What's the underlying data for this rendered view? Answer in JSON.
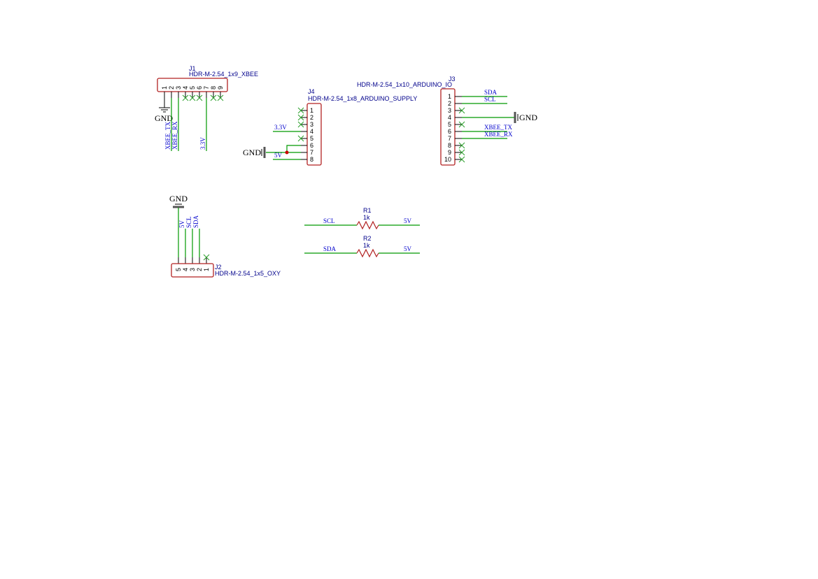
{
  "components": {
    "j1": {
      "ref": "J1",
      "value": "HDR-M-2.54_1x9_XBEE",
      "pins": [
        "1",
        "2",
        "3",
        "4",
        "5",
        "6",
        "7",
        "8",
        "9"
      ]
    },
    "j4": {
      "ref": "J4",
      "value": "HDR-M-2.54_1x8_ARDUINO_SUPPLY",
      "pins": [
        "1",
        "2",
        "3",
        "4",
        "5",
        "6",
        "7",
        "8"
      ]
    },
    "j3": {
      "ref": "J3",
      "value": "HDR-M-2.54_1x10_ARDUINO_IO",
      "pins": [
        "1",
        "2",
        "3",
        "4",
        "5",
        "6",
        "7",
        "8",
        "9",
        "10"
      ]
    },
    "j2": {
      "ref": "J2",
      "value": "HDR-M-2.54_1x5_OXY",
      "pins": [
        "5",
        "4",
        "3",
        "2",
        "1"
      ]
    },
    "r1": {
      "ref": "R1",
      "value": "1k"
    },
    "r2": {
      "ref": "R2",
      "value": "1k"
    }
  },
  "nets": {
    "j1_gnd": "GND",
    "j1_xbee_tx": "XBEE_TX",
    "j1_xbee_rx": "XBEE_RX",
    "j1_3v3": "3.3V",
    "j4_3v3": "3.3V",
    "j4_5v": "5V",
    "j4_gnd": "GND",
    "j3_sda": "SDA",
    "j3_scl": "SCL",
    "j3_gnd": "GND",
    "j3_xbee_tx": "XBEE_TX",
    "j3_xbee_rx": "XBEE_RX",
    "j2_gnd": "GND",
    "j2_5v": "5V",
    "j2_scl": "SCL",
    "j2_sda": "SDA",
    "r1_left": "SCL",
    "r1_right": "5V",
    "r2_left": "SDA",
    "r2_right": "5V"
  }
}
